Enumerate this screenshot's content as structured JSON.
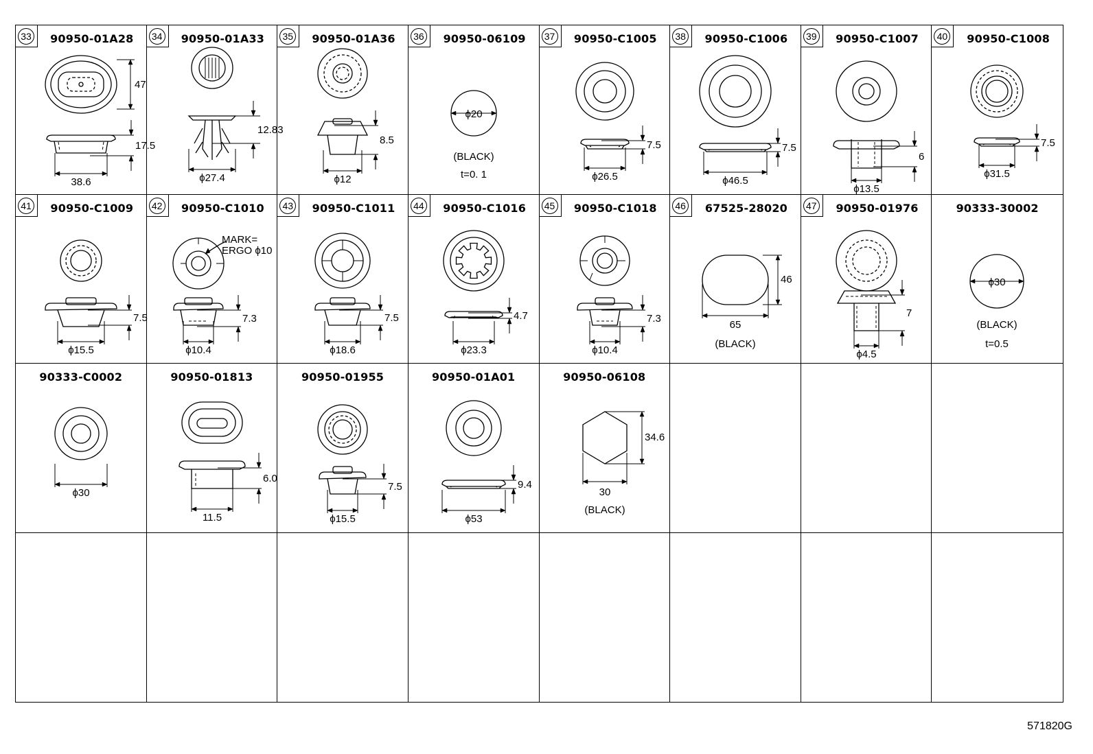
{
  "footer_code": "571820G",
  "parts": [
    {
      "num": "33",
      "pn": "90950-01A28",
      "labels": {
        "h": "47",
        "t": "17.5",
        "w": "38.6"
      }
    },
    {
      "num": "34",
      "pn": "90950-01A33",
      "labels": {
        "t": "12.83",
        "w": "ϕ27.4"
      }
    },
    {
      "num": "35",
      "pn": "90950-01A36",
      "labels": {
        "t": "8.5",
        "w": "ϕ12"
      }
    },
    {
      "num": "36",
      "pn": "90950-06109",
      "labels": {
        "d": "ϕ20",
        "color": "(BLACK)",
        "thk": "t=0. 1"
      }
    },
    {
      "num": "37",
      "pn": "90950-C1005",
      "labels": {
        "t": "7.5",
        "w": "ϕ26.5"
      }
    },
    {
      "num": "38",
      "pn": "90950-C1006",
      "labels": {
        "t": "7.5",
        "w": "ϕ46.5"
      }
    },
    {
      "num": "39",
      "pn": "90950-C1007",
      "labels": {
        "t": "6",
        "w": "ϕ13.5"
      }
    },
    {
      "num": "40",
      "pn": "90950-C1008",
      "labels": {
        "t": "7.5",
        "w": "ϕ31.5"
      }
    },
    {
      "num": "41",
      "pn": "90950-C1009",
      "labels": {
        "t": "7.5",
        "w": "ϕ15.5"
      }
    },
    {
      "num": "42",
      "pn": "90950-C1010",
      "labels": {
        "mark1": "MARK=",
        "mark2": "ERGO ϕ10",
        "t": "7.3",
        "w": "ϕ10.4"
      }
    },
    {
      "num": "43",
      "pn": "90950-C1011",
      "labels": {
        "t": "7.5",
        "w": "ϕ18.6"
      }
    },
    {
      "num": "44",
      "pn": "90950-C1016",
      "labels": {
        "t": "4.7",
        "w": "ϕ23.3"
      }
    },
    {
      "num": "45",
      "pn": "90950-C1018",
      "labels": {
        "t": "7.3",
        "w": "ϕ10.4"
      }
    },
    {
      "num": "46",
      "pn": "67525-28020",
      "labels": {
        "h": "46",
        "w": "65",
        "color": "(BLACK)"
      }
    },
    {
      "num": "47",
      "pn": "90950-01976",
      "labels": {
        "t": "7",
        "w": "ϕ4.5"
      }
    },
    {
      "num": "",
      "pn": "90333-30002",
      "labels": {
        "d": "ϕ30",
        "color": "(BLACK)",
        "thk": "t=0.5"
      }
    },
    {
      "num": "",
      "pn": "90333-C0002",
      "labels": {
        "w": "ϕ30"
      }
    },
    {
      "num": "",
      "pn": "90950-01813",
      "labels": {
        "t": "6.0",
        "w": "11.5"
      }
    },
    {
      "num": "",
      "pn": "90950-01955",
      "labels": {
        "t": "7.5",
        "w": "ϕ15.5"
      }
    },
    {
      "num": "",
      "pn": "90950-01A01",
      "labels": {
        "t": "9.4",
        "w": "ϕ53"
      }
    },
    {
      "num": "",
      "pn": "90950-06108",
      "labels": {
        "h": "34.6",
        "w": "30",
        "color": "(BLACK)"
      }
    }
  ]
}
